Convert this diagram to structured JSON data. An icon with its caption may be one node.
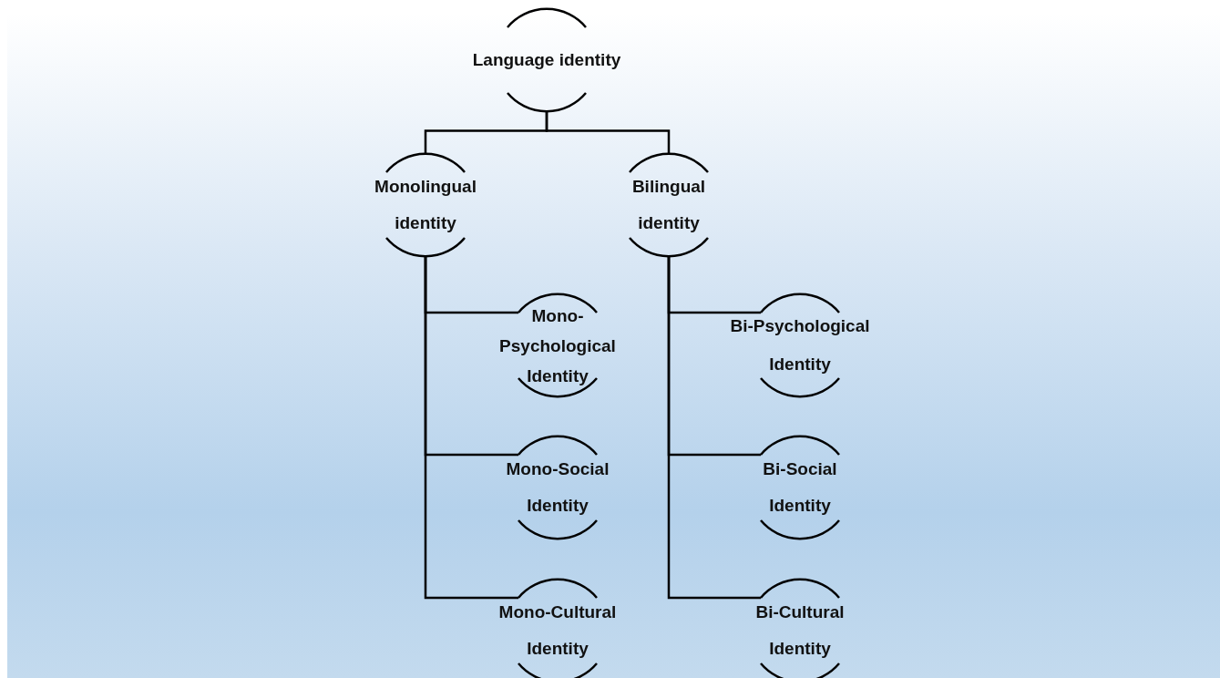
{
  "diagram": {
    "nodes": [
      {
        "text": [
          "Language identity"
        ]
      },
      {
        "text": [
          "Monolingual identity"
        ]
      },
      {
        "text": [
          "Bilingual identity"
        ]
      },
      {
        "text": [
          "Mono-Psychological Identity"
        ]
      },
      {
        "text": [
          "Mono-Social Identity"
        ]
      },
      {
        "text": [
          "Mono-Cultural Identity"
        ]
      },
      {
        "text": [
          "Bi-Psychological Identity"
        ]
      },
      {
        "text": [
          "Bi-Social Identity"
        ]
      },
      {
        "text": [
          "Bi-Cultural Identity"
        ]
      }
    ],
    "edges": [
      {
        "from": 0,
        "to": 1,
        "arrow": "none"
      },
      {
        "from": 0,
        "to": 2,
        "arrow": "none"
      },
      {
        "from": 1,
        "to": 3,
        "arrow": "none"
      },
      {
        "from": 1,
        "to": 4,
        "arrow": "none"
      },
      {
        "from": 1,
        "to": 5,
        "arrow": "none"
      },
      {
        "from": 2,
        "to": 6,
        "arrow": "none"
      },
      {
        "from": 2,
        "to": 7,
        "arrow": "none"
      },
      {
        "from": 2,
        "to": 8,
        "arrow": "none"
      }
    ]
  }
}
